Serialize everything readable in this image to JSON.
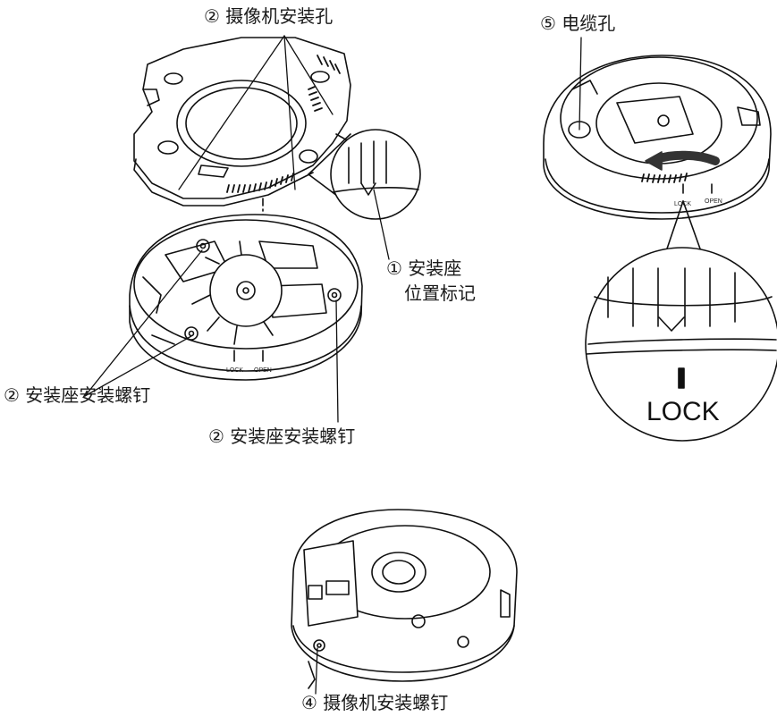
{
  "labels": {
    "camera_mount_holes": "② 摄像机安装孔",
    "cable_hole": "⑤ 电缆孔",
    "base_position_mark_line1": "① 安装座",
    "base_position_mark_line2": "位置标记",
    "base_screw_left": "② 安装座安装螺钉",
    "base_screw_right": "② 安装座安装螺钉",
    "camera_screw": "④ 摄像机安装螺钉"
  },
  "markings": {
    "lock": "LOCK",
    "open": "OPEN",
    "zoom_lock": "LOCK"
  }
}
